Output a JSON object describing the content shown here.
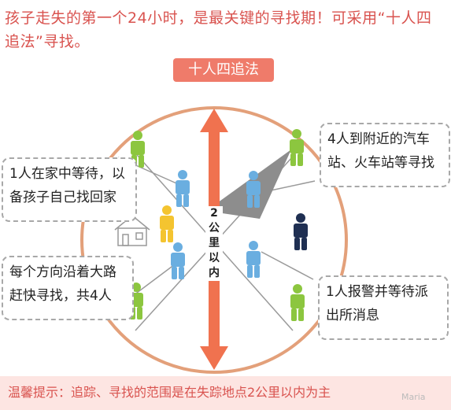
{
  "headline": "孩子走失的第一个24小时，是最关键的寻找期！可采用“十人四追法”寻找。",
  "title_tag": "十人四追法",
  "center_label": [
    "2",
    "公",
    "里",
    "以",
    "内"
  ],
  "callouts": {
    "home": "1人在家中等待，以备孩子自己找回家",
    "roads": "每个方向沿着大路赶快寻找，共4人",
    "station": "4人到附近的汽车站、火车站等寻找",
    "police": "1人报警并等待派出所消息"
  },
  "footer_text": "温馨提示：追踪、寻找的范围是在失踪地点2公里以内为主",
  "watermark": "Maria",
  "colors": {
    "title_red": "#d9534f",
    "tag_bg": "#ef7b6a",
    "arrow": "#f0724f",
    "circle": "#e3a07a",
    "figure_green": "#8cc63f",
    "figure_blue": "#6aaee0",
    "figure_yellow": "#f4c430",
    "figure_navy": "#1f2f52",
    "footer_bg": "#fde5e2"
  },
  "icons": {
    "home_waiter": "figure-yellow-icon",
    "searchers_road": "figure-blue-icon",
    "searchers_station": "figure-green-icon",
    "police_reporter": "figure-navy-icon",
    "house": "house-icon"
  }
}
